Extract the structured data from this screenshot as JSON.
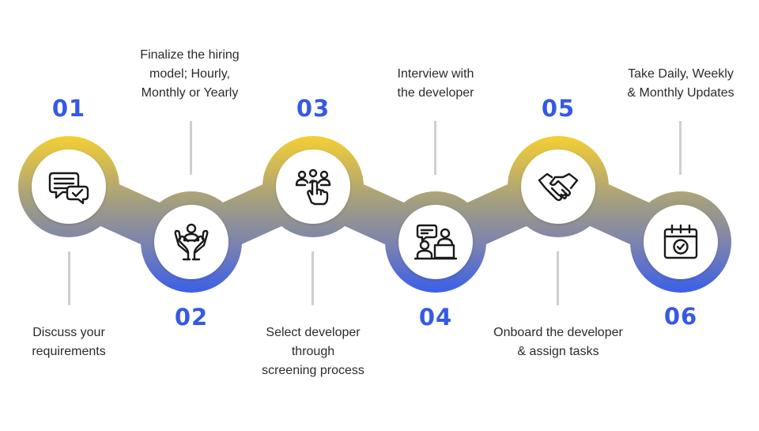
{
  "steps": [
    {
      "number": "01",
      "label": "Discuss your\nrequirements",
      "icon": "chat-check-icon"
    },
    {
      "number": "02",
      "label": "Finalize the hiring\nmodel; Hourly,\nMonthly or Yearly",
      "icon": "hands-person-icon"
    },
    {
      "number": "03",
      "label": "Select developer\nthrough\nscreening process",
      "icon": "group-select-icon"
    },
    {
      "number": "04",
      "label": "Interview with\nthe developer",
      "icon": "interview-icon"
    },
    {
      "number": "05",
      "label": "Onboard the developer\n& assign tasks",
      "icon": "handshake-icon"
    },
    {
      "number": "06",
      "label": "Take Daily, Weekly\n& Monthly Updates",
      "icon": "calendar-check-icon"
    }
  ],
  "colors": {
    "top": "#f5cf33",
    "middle": "#9f9b83",
    "bottom": "#3a5fe9",
    "number": "#3559e6",
    "tick": "#cfcfcf"
  }
}
